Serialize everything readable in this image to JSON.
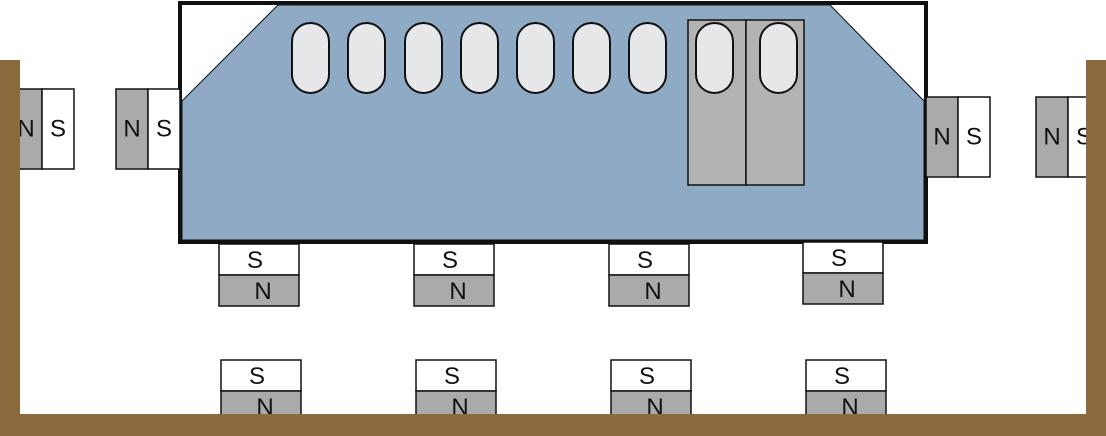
{
  "colors": {
    "track": "#8b6a3e",
    "train_body": "#8eaac4",
    "outline": "#111111",
    "window": "#e6e7e9",
    "door": "#b3b3b3",
    "magnet_north": "#aaaaaa",
    "magnet_south": "#ffffff"
  },
  "labels": {
    "north": "N",
    "south": "S"
  },
  "train": {
    "windows": 9,
    "doors": 2
  },
  "magnets": {
    "side_pairs": 4,
    "train_bottom": 4,
    "track_bottom": 4
  }
}
